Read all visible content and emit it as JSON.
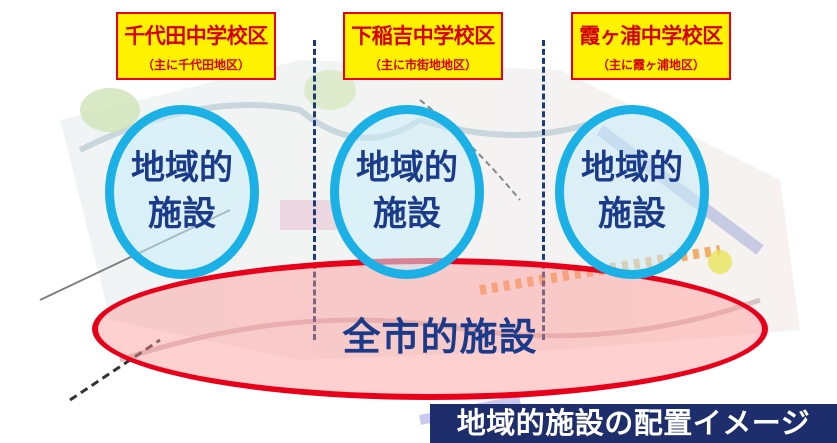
{
  "districts": [
    {
      "name": "千代田中学校区",
      "sub": "（主に千代田地区）"
    },
    {
      "name": "下稲吉中学校区",
      "sub": "（主に市街地地区）"
    },
    {
      "name": "霞ヶ浦中学校区",
      "sub": "（主に霞ヶ浦地区）"
    }
  ],
  "circles": [
    {
      "line1": "地域的",
      "line2": "施設"
    },
    {
      "line1": "地域的",
      "line2": "施設"
    },
    {
      "line1": "地域的",
      "line2": "施設"
    }
  ],
  "citywide_label": "全市的施設",
  "caption": "地域的施設の配置イメージ",
  "colors": {
    "label_bg": "#fff200",
    "label_text": "#d40000",
    "circle_border": "#1bb0e6",
    "ellipse_border": "#e8001b",
    "caption_bg": "#1e2d6b",
    "text_navy": "#1a3a8a"
  }
}
